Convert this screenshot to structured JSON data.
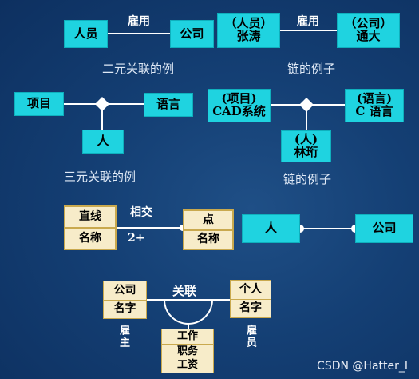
{
  "binary_example": {
    "class_left": "人员",
    "assoc": "雇用",
    "class_right": "公司",
    "caption": "二元关联的例"
  },
  "binary_link": {
    "left_line1": "（人员）",
    "left_line2": "张涛",
    "assoc": "雇用",
    "right_line1": "（公司）",
    "right_line2": "通大",
    "caption": "链的例子"
  },
  "ternary_example": {
    "left": "项目",
    "right": "语言",
    "bottom": "人",
    "caption": "三元关联的例"
  },
  "ternary_link": {
    "left_line1": "(项目)",
    "left_line2": "CAD系统",
    "right_line1": "(语言)",
    "right_line2": "C 语言",
    "bottom_line1": "(人)",
    "bottom_line2": "林珩",
    "caption": "链的例子"
  },
  "intersection": {
    "left_top": "直线",
    "left_bottom": "名称",
    "assoc": "相交",
    "multiplicity": "2+",
    "right_top": "点",
    "right_bottom": "名称"
  },
  "qualified": {
    "left": "人",
    "right": "公司"
  },
  "assoc_class": {
    "left_top": "公司",
    "left_bottom": "名字",
    "assoc": "关联",
    "right_top": "个人",
    "right_bottom": "名字",
    "left_role": "雇主",
    "right_role": "雇员",
    "link_row1": "工作",
    "link_row2": "职务",
    "link_row3": "工资"
  },
  "watermark": "CSDN @Hatter_I",
  "colors": {
    "line": "#ffffff",
    "class_fill": "#1fd3e0",
    "attr_fill": "#f7ecc9",
    "attr_border": "#c9a94e"
  }
}
